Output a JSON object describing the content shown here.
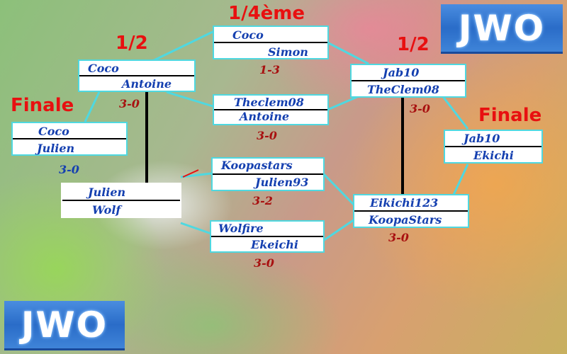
{
  "logos": {
    "top_right": "JWO",
    "bottom_left": "JWO"
  },
  "rounds": {
    "quarter": "1/4ème",
    "semi_left": "1/2",
    "semi_right": "1/2",
    "final_left": "Finale",
    "final_right": "Finale"
  },
  "matches": {
    "final_left": {
      "p1": "Coco",
      "p2": "Julien",
      "score": "3-0"
    },
    "third_left": {
      "p1": "Julien",
      "p2": "Wolf"
    },
    "semi_left": {
      "p1": "Coco",
      "p2": "Antoine",
      "score": "3-0"
    },
    "qf_top": {
      "p1": "Coco",
      "p2": "Simon",
      "score": "1-3"
    },
    "qf_mid_top": {
      "p1": "Theclem08",
      "p2": "Antoine",
      "score": "3-0"
    },
    "qf_mid_bottom": {
      "p1": "Koopastars",
      "p2": "Julien93",
      "score": "3-2"
    },
    "qf_bottom": {
      "p1": "Wolfire",
      "p2": "Ekeichi",
      "score": "3-0"
    },
    "semi_right": {
      "p1": "Jab10",
      "p2": "TheClem08",
      "score": "3-0"
    },
    "third_right": {
      "p1": "Eikichi123",
      "p2": "KoopaStars",
      "score": "3-0"
    },
    "final_right": {
      "p1": "Jab10",
      "p2": "Ekichi"
    }
  },
  "colors": {
    "box_border": "#4fd8e0",
    "player_text": "#1540b0",
    "score_text": "#a81010",
    "round_label": "#e81010"
  }
}
